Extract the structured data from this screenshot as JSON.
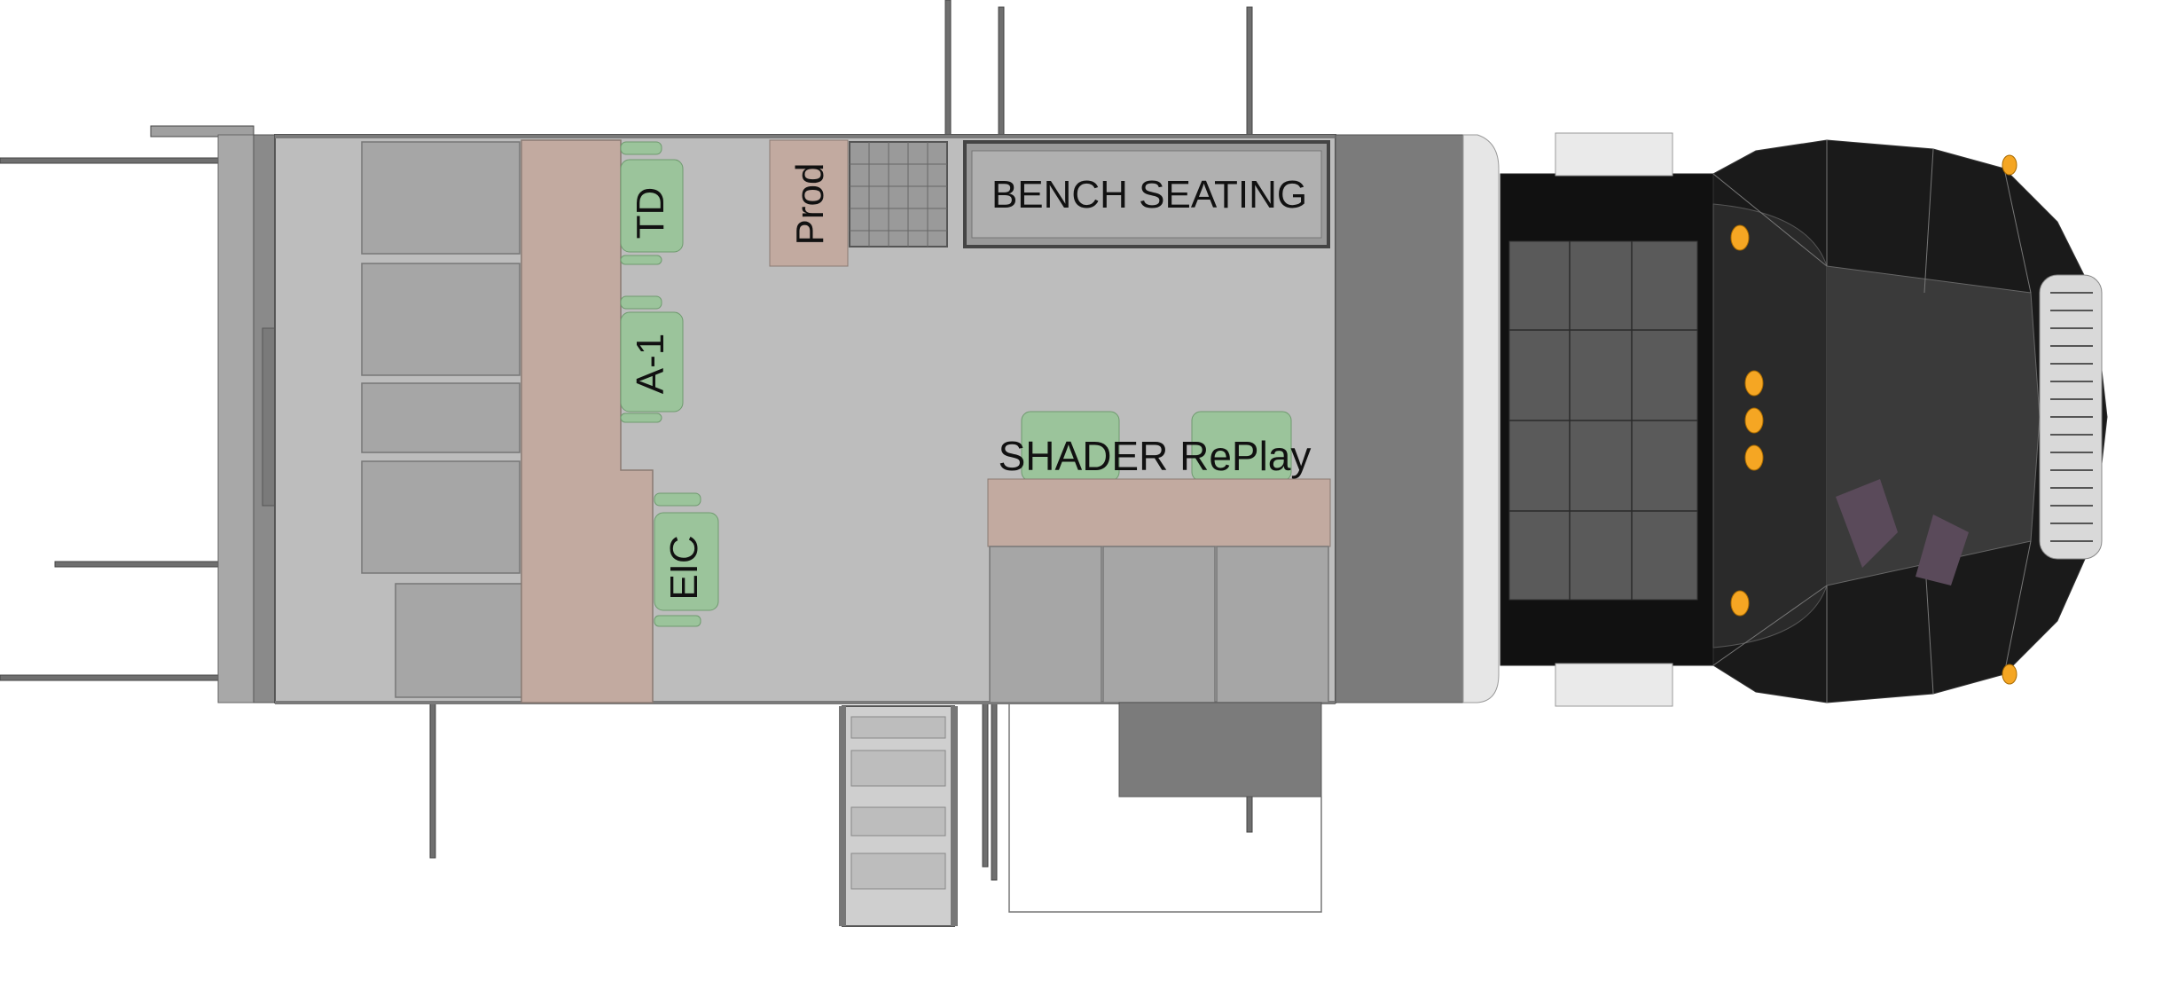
{
  "labels": {
    "td": "TD",
    "a1": "A-1",
    "eic": "EIC",
    "prod": "Prod",
    "bench": "BENCH SEATING",
    "shader_replay": "SHADER RePlay"
  },
  "colors": {
    "floor": "#bdbdbd",
    "counter": "#c2aaa0",
    "chair": "#9bc49b",
    "rack": "#a6a6a6",
    "wall": "#6f6f6f",
    "cab": "#111111",
    "amber_light": "#f5a623"
  }
}
